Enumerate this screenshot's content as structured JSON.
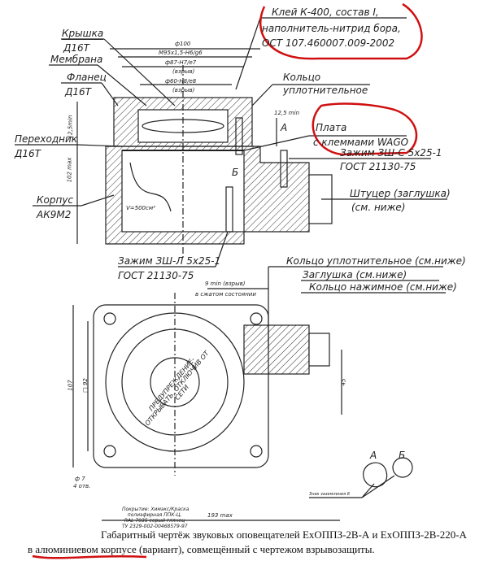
{
  "top_view": {
    "labels": {
      "cover": "Крышка",
      "cover_mat": "Д16Т",
      "membrane": "Мембрана",
      "flange": "Фланец",
      "flange_mat": "Д16Т",
      "adapter": "Переходник",
      "adapter_mat": "Д16Т",
      "body": "Корпус",
      "body_mat": "АК9М2",
      "ring": "Кольцо",
      "ring2": "уплотнительное",
      "board": "Плата",
      "board2": "с клеммами WAGO",
      "clamp_c": "Зажим ЗШ-С 5х25-1",
      "clamp_c_gost": "ГОСТ 21130-75",
      "fitting": "Штуцер (заглушка)",
      "fitting2": "(см. ниже)",
      "clamp_l": "Зажим ЗШ-Л 5х25-1",
      "clamp_l_gost": "ГОСТ 21130-75",
      "volume": "V=500см³",
      "sec_a": "А",
      "sec_b": "Б"
    },
    "glue_note": [
      "Клей К-400, состав I,",
      "наполнитель-нитрид бора,",
      "ОСТ 107.460007.009-2002"
    ],
    "dims": {
      "d100": "ф100",
      "thread": "М95х1,5-Н6/g6",
      "d87": "ф87-Н7/е7",
      "d87b": "(взрыв)",
      "d60": "ф60-Н8/е8",
      "d60b": "(взрыв)",
      "h102": "102 max",
      "h125": "12,5min",
      "w125": "12,5 min"
    }
  },
  "bottom_view": {
    "labels": {
      "ring": "Кольцо уплотнительное (см.ниже)",
      "plug": "Заглушка (см.ниже)",
      "press_ring": "Кольцо нажимное (см.ниже)",
      "gap": "9 min (взрыв)",
      "gap2": "в сжатом состоянии",
      "warning": "ПРЕДУПРЕЖДЕНИЕ-ОТКРЫВАТЬ, ОТКЛЮЧИВ ОТ СЕТИ"
    },
    "dims": {
      "h107": "107",
      "sq92": "□ 92",
      "h45": "45",
      "w193": "193 max",
      "hole": "ф 7",
      "holes": "4 отв."
    },
    "detail_a": "А",
    "detail_b": "Б",
    "ground": "Знак заземления 8"
  },
  "coating": [
    "Покрытие: Химэкс/Краска",
    "полиэфирная ППК-Ц,",
    "RAL 7035 серый глянец",
    "ТУ 2329-002-00468579-97"
  ],
  "caption": [
    "Габаритный чертёж звуковых оповещателей ExОППЗ-2В-А и ExОППЗ-2В-220-А",
    "в алюминиевом  корпусе (вариант), совмещённый с чертежом взрывозащиты."
  ],
  "colors": {
    "ink": "#222222",
    "markup": "#d01010"
  }
}
